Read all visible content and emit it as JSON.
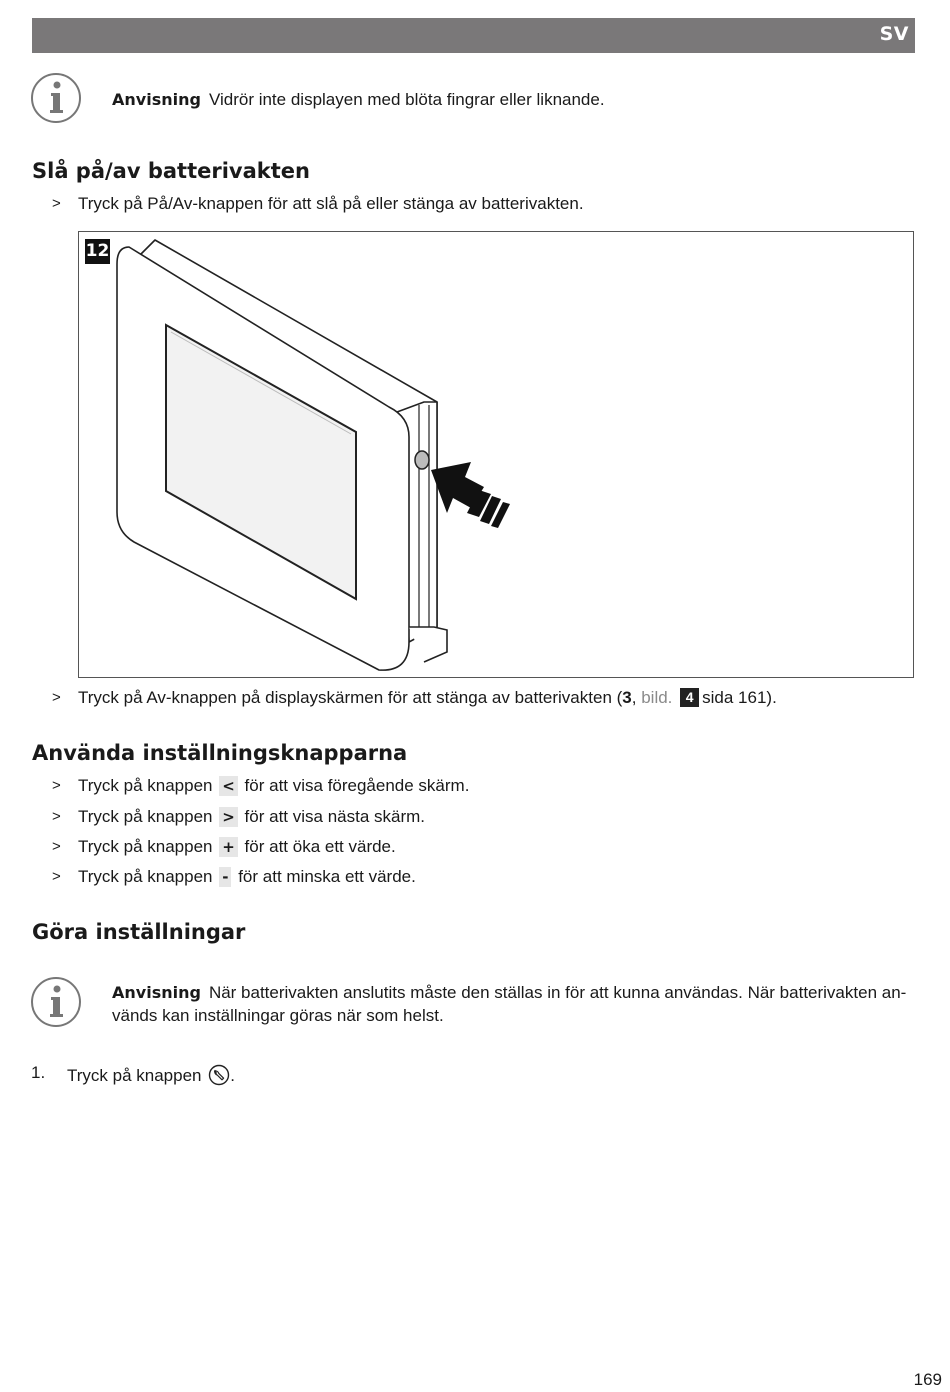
{
  "header": {
    "language_code": "SV"
  },
  "note1": {
    "label": "Anvisning",
    "text": "Vidrör inte displayen med blöta fingrar eller liknande."
  },
  "section1": {
    "title": "Slå på/av batterivakten",
    "bullet1": "Tryck på På/Av-knappen för att slå på eller stänga av batterivakten.",
    "figure_number": "12",
    "bullet2": {
      "before": "Tryck på Av-knappen på displayskärmen för att stänga av batterivakten (",
      "bold": "3",
      "comma": ", ",
      "bild": "bild.",
      "ref_box": "4",
      "after": "sida 161)."
    }
  },
  "section2": {
    "title": "Använda inställningsknapparna",
    "items": [
      {
        "prefix": "Tryck på knappen",
        "key": "<",
        "suffix": "för att visa föregående skärm."
      },
      {
        "prefix": "Tryck på knappen",
        "key": ">",
        "suffix": "för att visa nästa skärm."
      },
      {
        "prefix": "Tryck på knappen",
        "key": "+",
        "suffix": "för att öka ett värde."
      },
      {
        "prefix": "Tryck på knappen",
        "key": "-",
        "suffix": "för att minska ett värde."
      }
    ]
  },
  "section3": {
    "title": "Göra inställningar",
    "note_label": "Anvisning",
    "note_line1": "När batterivakten anslutits måste den ställas in för att kunna användas. När batterivakten an-",
    "note_line2": "vänds kan inställningar göras när som helst.",
    "step_number": "1.",
    "step_text": "Tryck på knappen",
    "step_end": "."
  },
  "bullet_marker": ">",
  "page_number": "169"
}
